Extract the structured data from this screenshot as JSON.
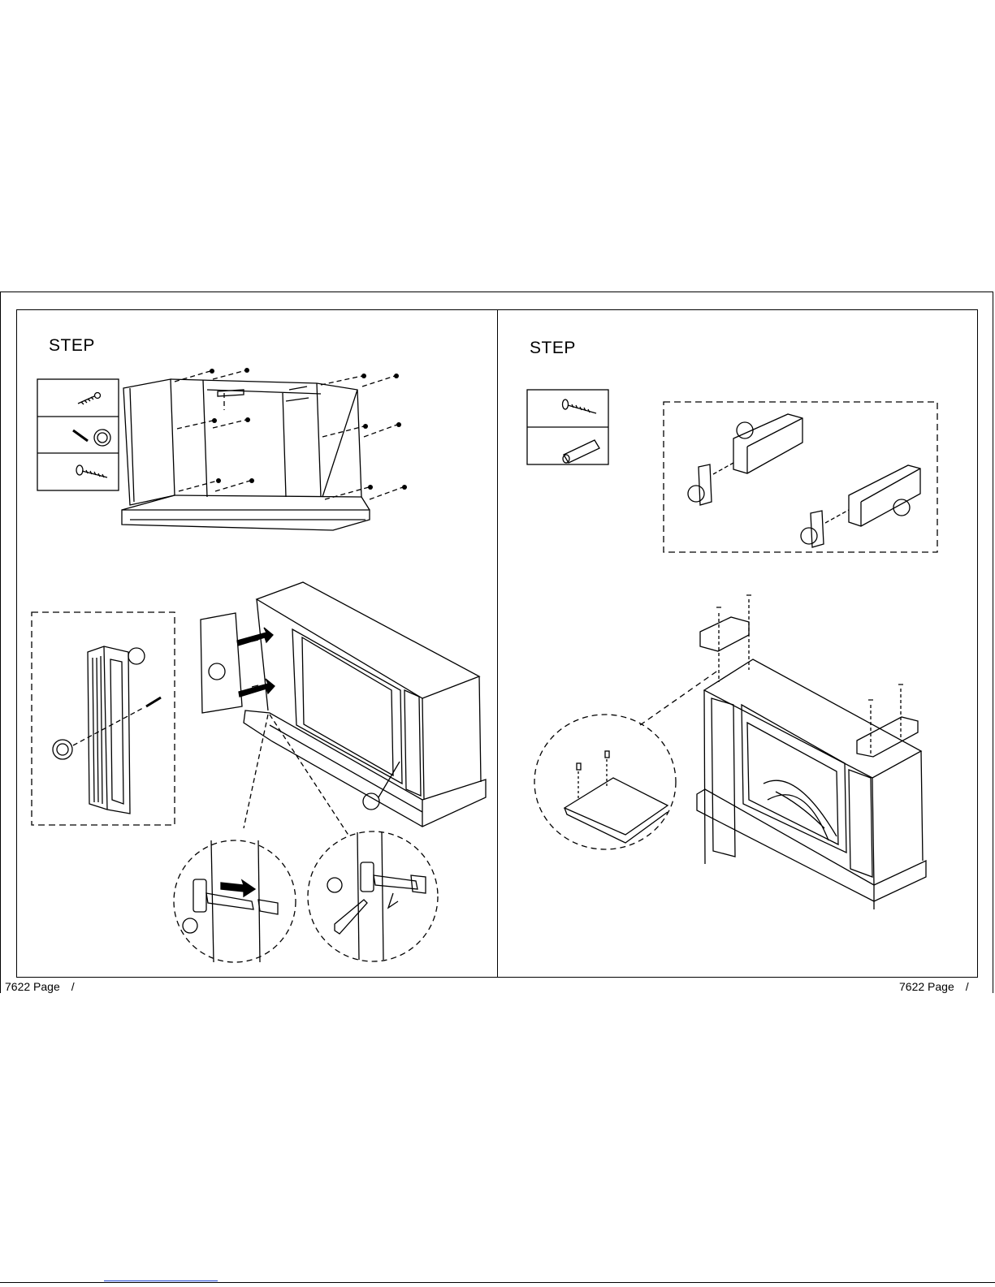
{
  "steps": {
    "left": {
      "label": "STEP"
    },
    "right": {
      "label": "STEP"
    }
  },
  "footer": {
    "left": {
      "text": "7622 Page",
      "slash": "/"
    },
    "right": {
      "text": "7622 Page",
      "slash": "/"
    }
  },
  "illustrations": {
    "left_top": "cabinet-frame-assembly-diagram",
    "left_knob": "door-knob-installation-diagram",
    "left_main": "door-hinge-mounting-diagram",
    "left_hinge_1": "hinge-attach-detail",
    "left_hinge_2": "hinge-adjust-detail",
    "right_top": "top-rail-assembly-diagram",
    "right_main": "fireplace-top-mounting-diagram",
    "right_detail": "dowel-hole-detail"
  }
}
